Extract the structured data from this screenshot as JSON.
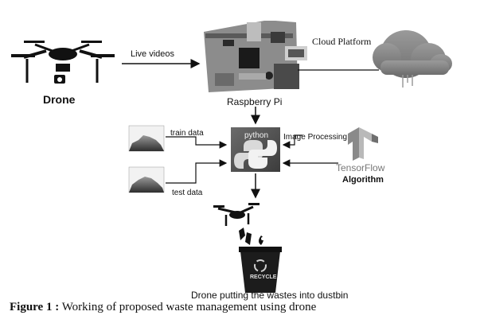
{
  "labels": {
    "drone": "Drone",
    "live_videos": "Live videos",
    "raspberry_pi": "Raspberry Pi",
    "cloud_platform": "Cloud Platform",
    "train_data": "train data",
    "test_data": "test data",
    "python": "python",
    "image_processing": "Image Processing",
    "tensorflow": "TensorFlow",
    "algorithm": "Algorithm",
    "recycle": "RECYCLE",
    "result": "Drone putting the wastes into dustbin"
  },
  "caption": {
    "prefix": "Figure 1 :",
    "text": " Working of proposed waste management using drone"
  }
}
